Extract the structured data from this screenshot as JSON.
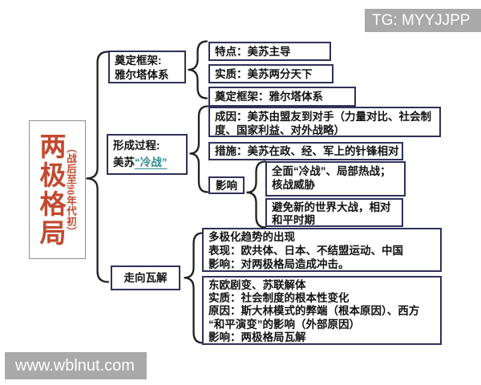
{
  "watermarks": {
    "tg": "TG: MYYJJPP",
    "site": "www.wblnut.com"
  },
  "title": {
    "main": "两极格局",
    "sub": "（战后至90年代初）"
  },
  "nodes": {
    "framework": {
      "label": "奠定框架:\n雅尔塔体系",
      "children": [
        "特点：美苏主导",
        "实质：美苏两分天下",
        "奠定框架：雅尔塔体系"
      ]
    },
    "formation": {
      "line1": "形成过程:",
      "line2_prefix": "美苏",
      "line2_highlight": "“冷战”",
      "cause": "成因：美苏由盟友到对手（力量对比、社会制度、国家利益、对外战略）",
      "measures": "措施：美苏在政、经、军上的针锋相对",
      "impact_label": "影响",
      "impact_children": [
        "全面“冷战”、局部热战；\n核战威胁",
        "避免新的世界大战，相对\n和平时期"
      ]
    },
    "collapse": {
      "label": "走向瓦解",
      "child_multipolar": "多极化趋势的出现\n表现：欧共体、日本、不结盟运动、中国\n影响：对两极格局造成冲击。",
      "child_disintegration": "东欧剧变、苏联解体\n实质：社会制度的根本性变化\n原因：斯大林模式的弊端（根本原因）、西方\n“和平演变”的影响（外部原因）\n影响：两极格局瓦解"
    }
  },
  "colors": {
    "accent_red": "#c2492f",
    "highlight_teal": "#2e8b8b",
    "box_border": "#30305a",
    "badge_gray": "#a9a9a9"
  }
}
